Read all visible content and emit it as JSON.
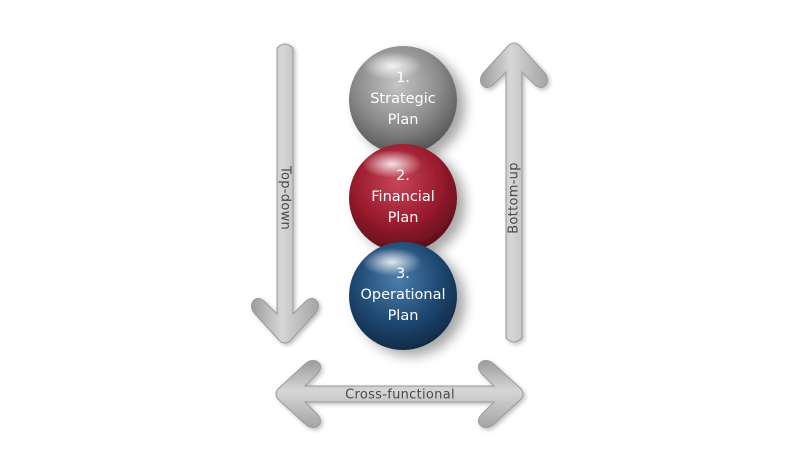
{
  "arrows": {
    "top_down": {
      "label": "Top-down"
    },
    "bottom_up": {
      "label": "Bottom-up"
    },
    "cross_functional": {
      "label": "Cross-functional"
    }
  },
  "plans": [
    {
      "number": "1.",
      "line1": "Strategic",
      "line2": "Plan",
      "color": "#8c8c8c"
    },
    {
      "number": "2.",
      "line1": "Financial",
      "line2": "Plan",
      "color": "#9b1c2e"
    },
    {
      "number": "3.",
      "line1": "Operational",
      "line2": "Plan",
      "color": "#1f4a73"
    }
  ],
  "colors": {
    "arrow_fill": "#b8b8b8",
    "arrow_edge": "#9a9a9a"
  }
}
